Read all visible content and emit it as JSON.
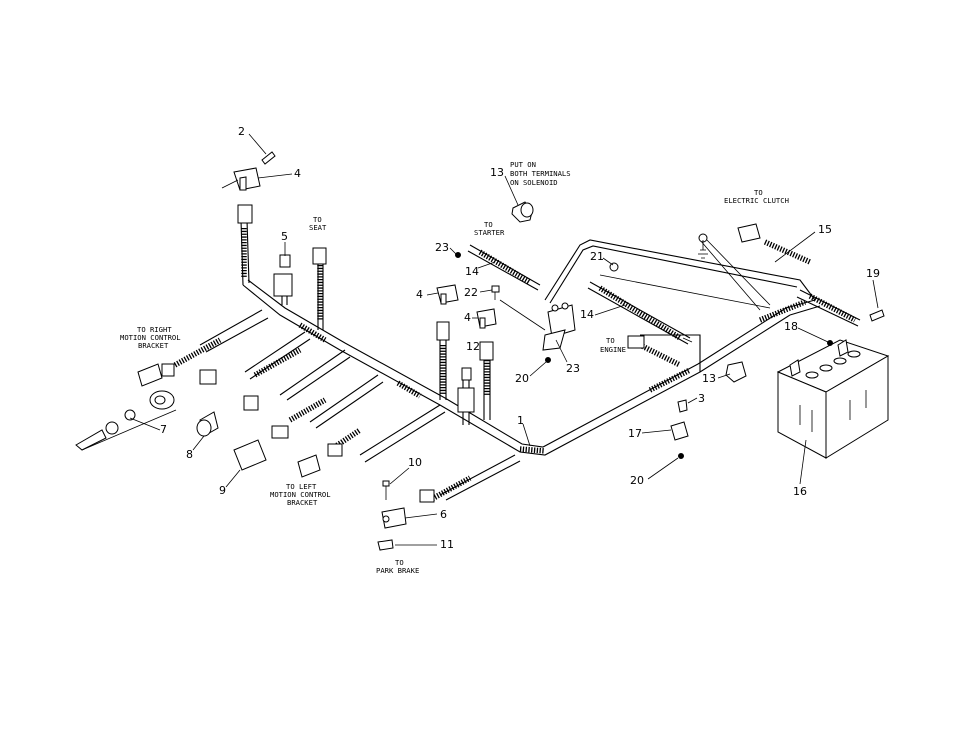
{
  "callouts": [
    {
      "id": "c2",
      "text": "2"
    },
    {
      "id": "c4a",
      "text": "4"
    },
    {
      "id": "c5",
      "text": "5"
    },
    {
      "id": "c13a",
      "text": "13"
    },
    {
      "id": "c23a",
      "text": "23"
    },
    {
      "id": "c14a",
      "text": "14"
    },
    {
      "id": "c4b",
      "text": "4"
    },
    {
      "id": "c22",
      "text": "22"
    },
    {
      "id": "c4c",
      "text": "4"
    },
    {
      "id": "c12",
      "text": "12"
    },
    {
      "id": "c20a",
      "text": "20"
    },
    {
      "id": "c23b",
      "text": "23"
    },
    {
      "id": "c21",
      "text": "21"
    },
    {
      "id": "c14b",
      "text": "14"
    },
    {
      "id": "c15",
      "text": "15"
    },
    {
      "id": "c19",
      "text": "19"
    },
    {
      "id": "c18",
      "text": "18"
    },
    {
      "id": "c13b",
      "text": "13"
    },
    {
      "id": "c3",
      "text": "3"
    },
    {
      "id": "c17",
      "text": "17"
    },
    {
      "id": "c20b",
      "text": "20"
    },
    {
      "id": "c16",
      "text": "16"
    },
    {
      "id": "c1",
      "text": "1"
    },
    {
      "id": "c7",
      "text": "7"
    },
    {
      "id": "c8",
      "text": "8"
    },
    {
      "id": "c9",
      "text": "9"
    },
    {
      "id": "c10",
      "text": "10"
    },
    {
      "id": "c6",
      "text": "6"
    },
    {
      "id": "c11",
      "text": "11"
    }
  ],
  "labels": {
    "to_seat": [
      "TO",
      "SEAT"
    ],
    "put_on": [
      "PUT ON",
      "BOTH TERMINALS",
      "ON SOLENOID"
    ],
    "to_starter": [
      "TO",
      "STARTER"
    ],
    "to_electric_clutch": [
      "TO",
      "ELECTRIC CLUTCH"
    ],
    "to_engine": [
      "TO",
      "ENGINE"
    ],
    "to_right": [
      "TO RIGHT",
      "MOTION CONTROL",
      "BRACKET"
    ],
    "to_left": [
      "TO LEFT",
      "MOTION CONTROL",
      "BRACKET"
    ],
    "to_park_brake": [
      "TO",
      "PARK BRAKE"
    ]
  }
}
